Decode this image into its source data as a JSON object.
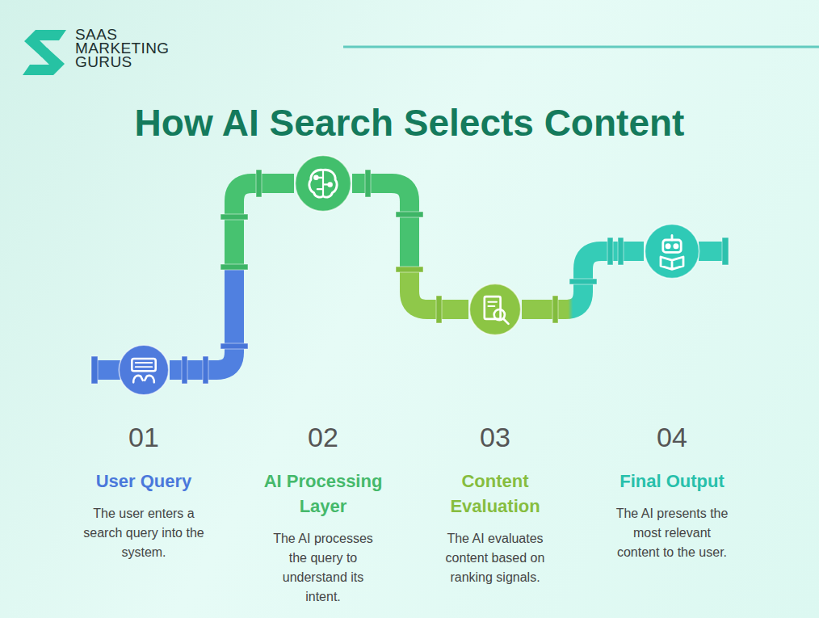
{
  "diagram": {
    "title": "How AI Search Selects Content",
    "nodes": [
      {
        "text": [
          "01",
          "User Query",
          "The user enters a search query into the system."
        ]
      },
      {
        "text": [
          "02",
          "AI Processing Layer",
          "The AI processes the query to understand its intent."
        ]
      },
      {
        "text": [
          "03",
          "Content Evaluation",
          "The AI evaluates content based on ranking signals."
        ]
      },
      {
        "text": [
          "04",
          "Final Output",
          "The AI presents the most relevant content to the user."
        ]
      }
    ],
    "edges": [
      {
        "from": 0,
        "to": 1,
        "arrow": "none"
      },
      {
        "from": 1,
        "to": 2,
        "arrow": "none"
      },
      {
        "from": 2,
        "to": 3,
        "arrow": "none"
      }
    ],
    "labels": [
      "SAAS MARKETING GURUS"
    ]
  }
}
